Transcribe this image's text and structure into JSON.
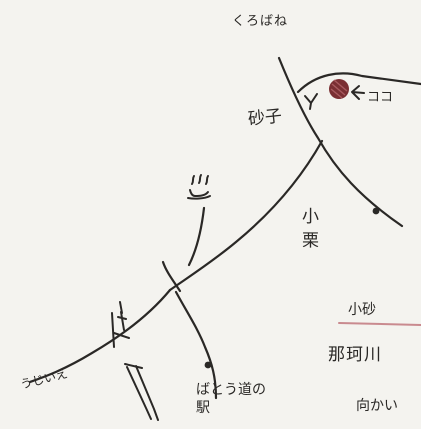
{
  "map": {
    "labels": {
      "kurobane": "くろばね",
      "koko": "ココ",
      "sunago": "砂子",
      "kokuri": "小栗",
      "ujiie": "うじいえ",
      "bato": "ばとう道の駅"
    },
    "info_panel": {
      "heading": "小砂",
      "line1": "那珂川",
      "line2": "向かい"
    },
    "icons": [
      "onsen-icon",
      "destination-marker-icon",
      "bridge-icon",
      "arrow-icon"
    ],
    "colors": {
      "ink": "#2a2826",
      "marker": "#7a2f33",
      "underline": "#c98a8f",
      "paper": "#f4f3ef"
    }
  }
}
